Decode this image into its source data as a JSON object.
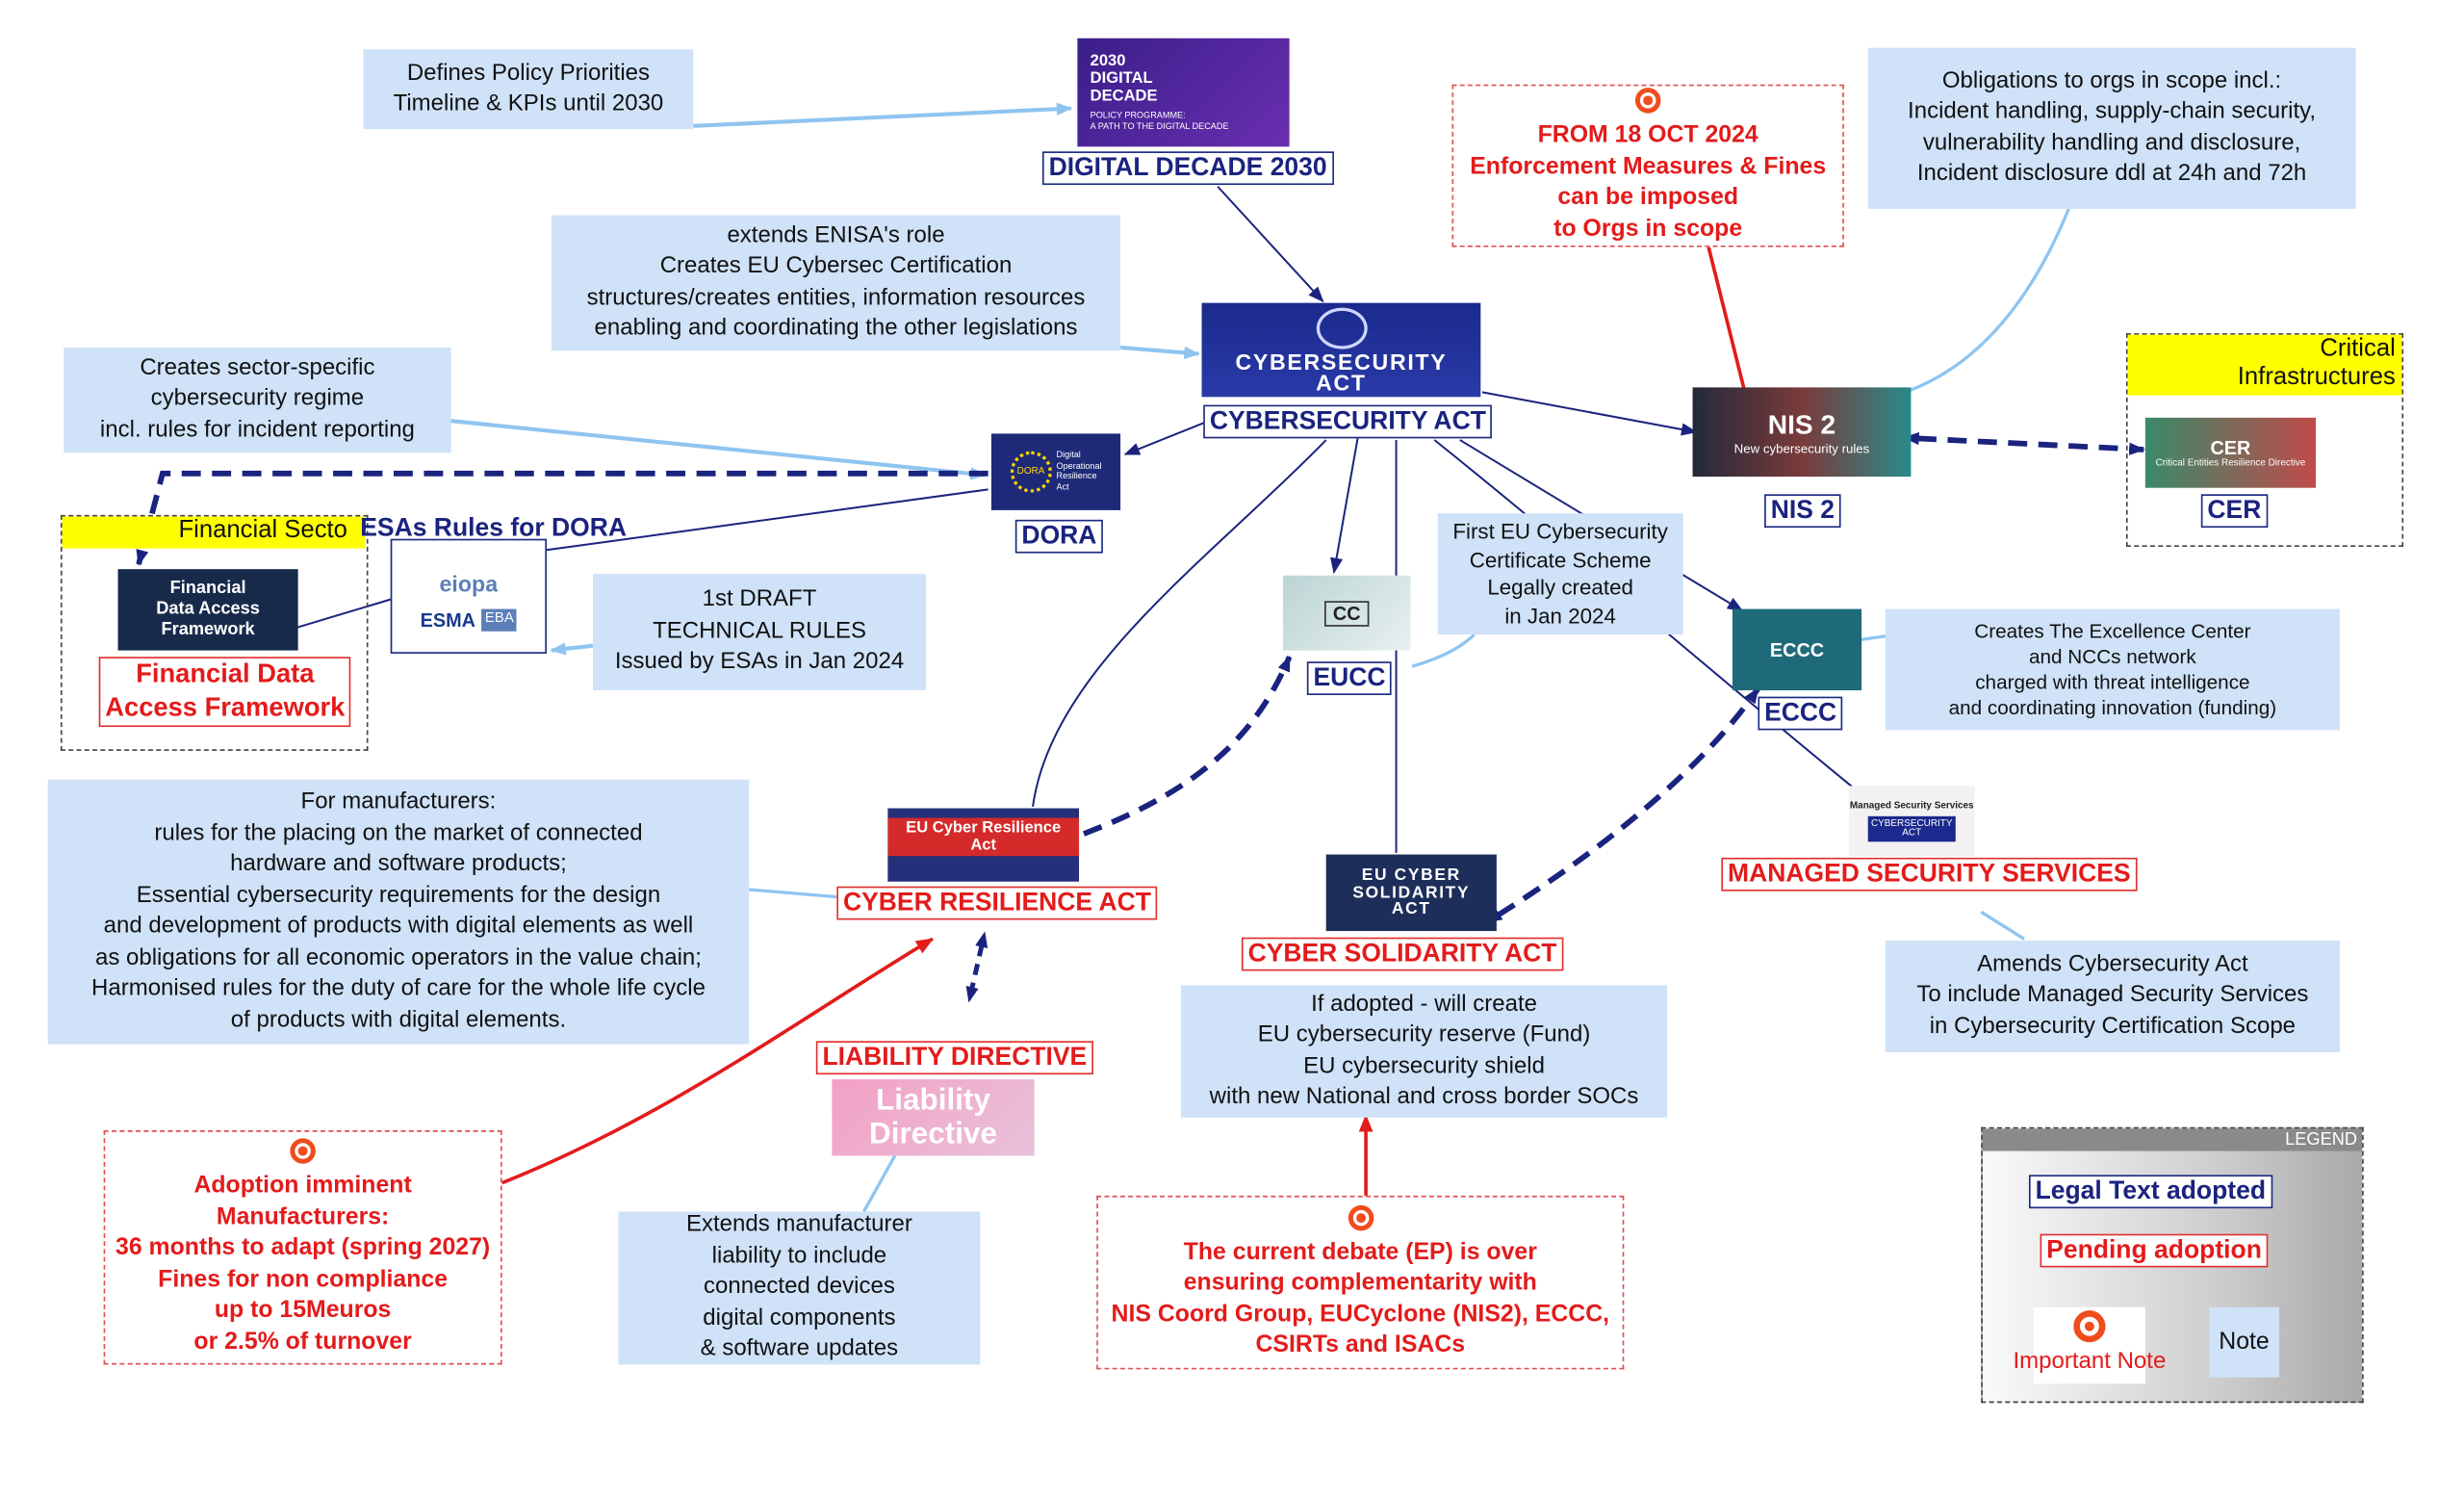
{
  "notes": {
    "policy": "Defines Policy Priorities\nTimeline & KPIs until 2030",
    "enisa": "extends ENISA's role\nCreates EU Cybersec Certification\nstructures/creates entities, information resources\nenabling and coordinating the other legislations",
    "sector": "Creates sector-specific\ncybersecurity regime\nincl. rules for incident reporting",
    "draft": "1st DRAFT\nTECHNICAL RULES\nIssued by ESAs in Jan 2024",
    "eucc_scheme": "First EU Cybersecurity\nCertificate Scheme\nLegally created\nin Jan 2024",
    "obligations": "Obligations to orgs in scope incl.:\nIncident handling, supply-chain security,\nvulnerability handling and disclosure,\nIncident disclosure ddl at 24h and 72h",
    "eccc_desc": "Creates The Excellence Center\nand NCCs network\ncharged with threat intelligence\nand coordinating innovation (funding)",
    "manufacturers": "For manufacturers:\nrules for the placing on the market of connected\nhardware and software products;\nEssential cybersecurity requirements for the design\nand development of products with digital elements as well\nas obligations for all economic operators in the value chain;\nHarmonised rules for the duty of care for the whole life cycle\nof products with digital elements.",
    "solidarity": "If adopted - will create\nEU cybersecurity reserve (Fund)\nEU cybersecurity shield\nwith new National and cross border SOCs",
    "amends": "Amends Cybersecurity Act\nTo include Managed Security Services\nin Cybersecurity Certification Scope",
    "liability_ext": "Extends manufacturer\nliability to include\nconnected devices\ndigital components\n& software updates"
  },
  "important": {
    "enforcement": "FROM 18 OCT 2024\nEnforcement Measures & Fines\ncan be imposed\nto Orgs in scope",
    "adoption": "Adoption imminent\nManufacturers:\n36 months to adapt (spring 2027)\nFines for non compliance\nup to 15Meuros\nor 2.5% of turnover",
    "debate": "The current debate (EP) is over\nensuring complementarity with\nNIS Coord Group, EUCyclone (NIS2), ECCC,\nCSIRTs and ISACs"
  },
  "labels_legal": {
    "digital_decade": "DIGITAL DECADE 2030",
    "cybersecurity_act": "CYBERSECURITY ACT",
    "dora": "DORA",
    "nis2": "NIS 2",
    "cer": "CER",
    "eucc": "EUCC",
    "eccc": "ECCC",
    "esas": "ESAs Rules for DORA"
  },
  "labels_pending": {
    "fdaf": "Financial Data\nAccess Framework",
    "cra": "CYBER RESILIENCE ACT",
    "liability": "LIABILITY  DIRECTIVE",
    "solidarity": "CYBER SOLIDARITY ACT",
    "mss": "MANAGED SECURITY SERVICES"
  },
  "groups": {
    "financial": "Financial Secto",
    "critical": "Critical\nInfrastructures"
  },
  "images": {
    "dd_logo": "2030\nDIGITAL\nDECADE",
    "dd_sub": "POLICY PROGRAMME:\nA PATH TO THE DIGITAL DECADE",
    "csa_logo": "CYBERSECURITY\nACT",
    "dora_logo": "Digital\nOperational\nResilience\nAct",
    "dora_tag": "DORA",
    "nis2_logo": "NIS 2",
    "nis2_sub": "New cybersecurity rules",
    "cer_logo": "CER",
    "cer_sub": "Critical Entities Resilience Directive",
    "fdaf_logo": "Financial\nData Access\nFramework",
    "eiopa": "eiopa",
    "esma": "ESMA",
    "eba": "EBA",
    "eucc_logo": "CC",
    "eccc_logo": "ECCC",
    "cra_logo": "EU Cyber Resilience Act",
    "solidarity_logo": "EU CYBER\nSOLIDARITY\nACT",
    "liability_logo": "Liability\nDirective",
    "mss_title": "Managed Security Services",
    "mss_logo": "CYBERSECURITY\nACT"
  },
  "legend": {
    "title": "LEGEND",
    "legal": "Legal Text adopted",
    "pending": "Pending adoption",
    "important": "Important Note",
    "note": "Note"
  },
  "colors": {
    "legal_text": "#1a237e",
    "pending_text": "#e31b1b",
    "note_fill": "#cfe2f8",
    "group_tag": "#ffff00"
  }
}
